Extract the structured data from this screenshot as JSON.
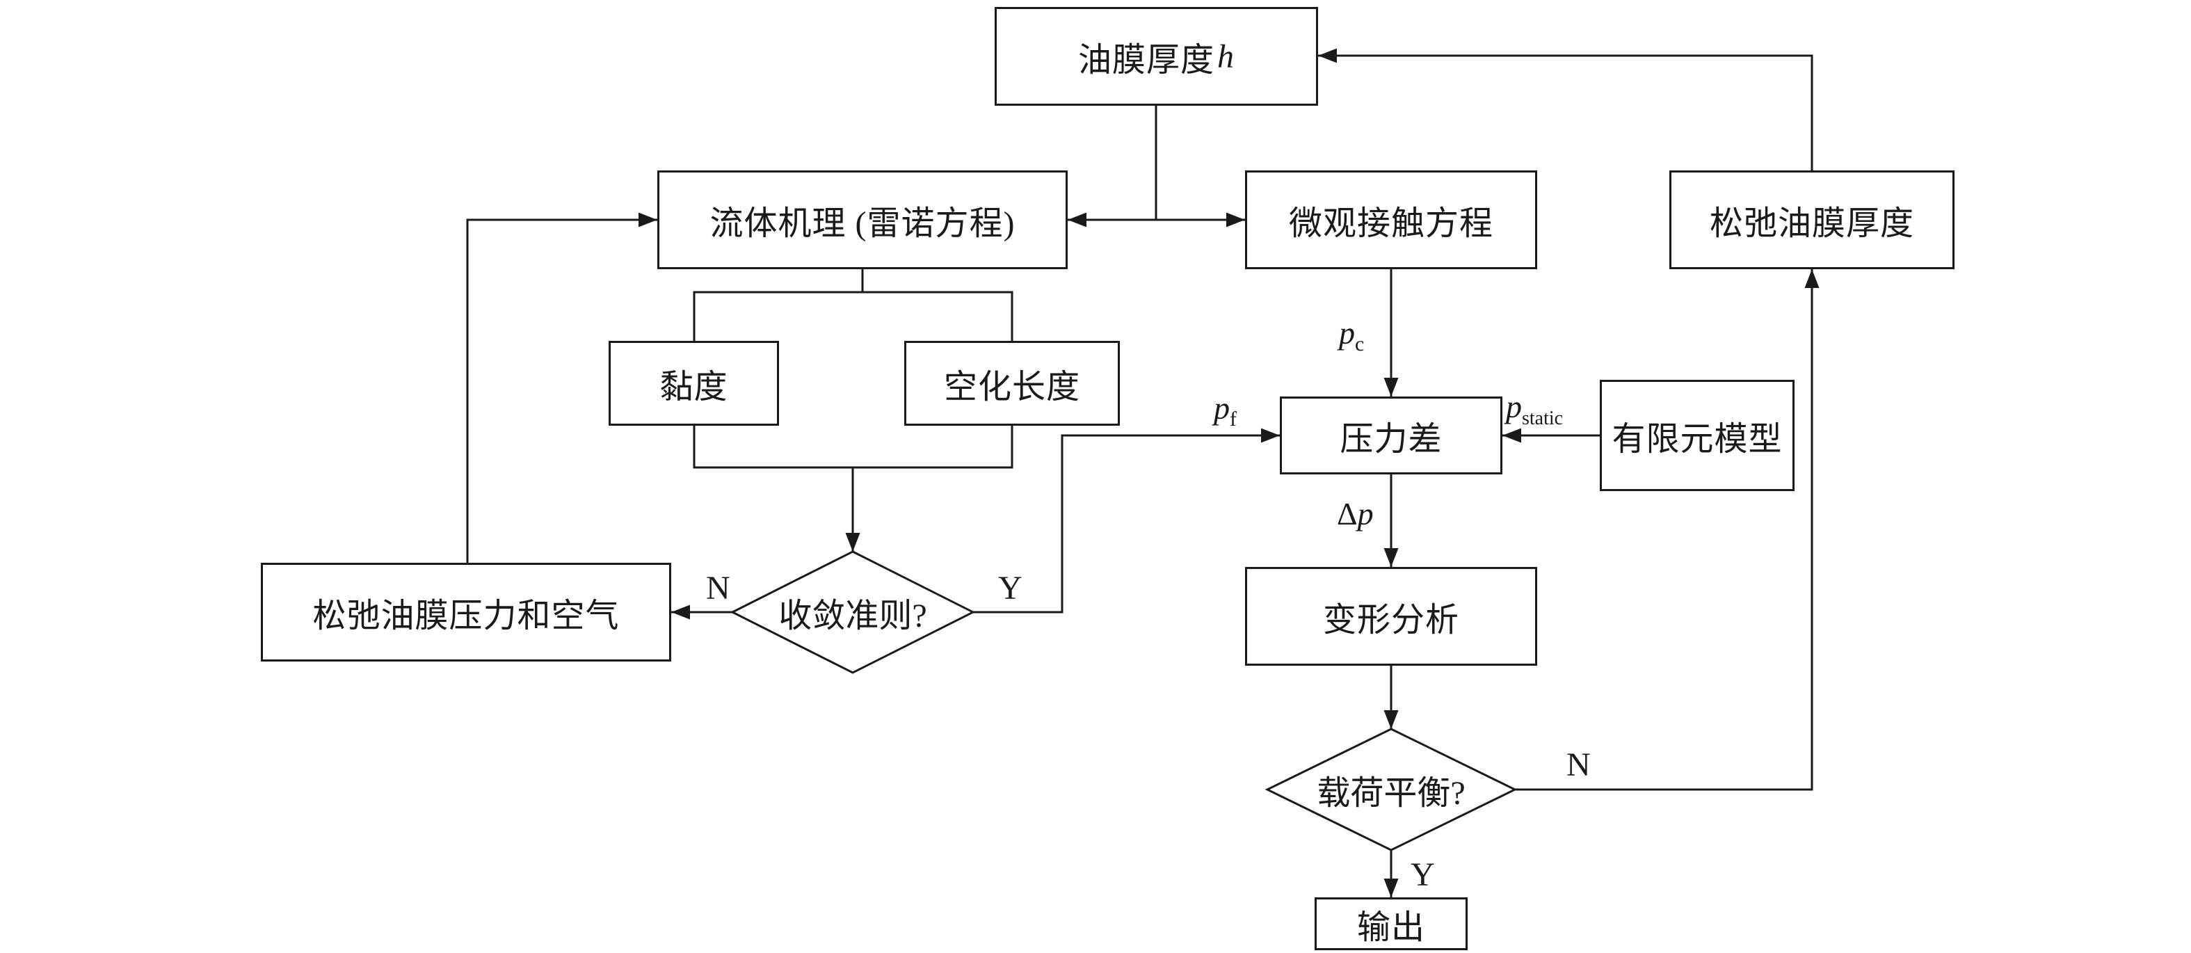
{
  "diagram": {
    "nodes": {
      "film_thickness": {
        "text": "油膜厚度",
        "var": "h"
      },
      "fluid_mechanism": {
        "text": "流体机理 (雷诺方程)"
      },
      "micro_contact": {
        "text": "微观接触方程"
      },
      "relaxed_film_thickness": {
        "text": "松弛油膜厚度"
      },
      "viscosity": {
        "text": "黏度"
      },
      "cavitation_length": {
        "text": "空化长度"
      },
      "pressure_difference": {
        "text": "压力差"
      },
      "fem_model": {
        "text": "有限元模型"
      },
      "relaxed_pressure_air": {
        "text": "松弛油膜压力和空气"
      },
      "convergence_criterion": {
        "text": "收敛准则?"
      },
      "deformation_analysis": {
        "text": "变形分析"
      },
      "load_balance": {
        "text": "载荷平衡?"
      },
      "output": {
        "text": "输出"
      }
    },
    "labels": {
      "p_c": {
        "base": "p",
        "sub": "c"
      },
      "p_f": {
        "base": "p",
        "sub": "f"
      },
      "p_static": {
        "base": "p",
        "sub": "static"
      },
      "delta_p": {
        "prefix": "Δ",
        "base": "p"
      },
      "branch_convergence_no": "N",
      "branch_convergence_yes": "Y",
      "branch_load_no": "N",
      "branch_load_yes": "Y"
    },
    "colors": {
      "line": "#1a1a1a",
      "background": "#ffffff"
    }
  }
}
